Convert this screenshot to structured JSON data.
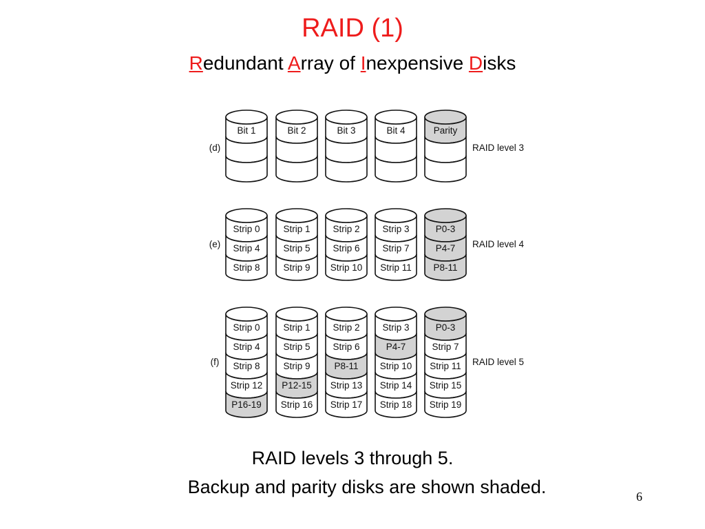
{
  "slide": {
    "title": "RAID (1)",
    "subtitle": {
      "parts": [
        {
          "text": "R",
          "initial": true
        },
        {
          "text": "edundant ",
          "initial": false
        },
        {
          "text": "A",
          "initial": true
        },
        {
          "text": "rray of ",
          "initial": false
        },
        {
          "text": "I",
          "initial": true
        },
        {
          "text": "nexpensive ",
          "initial": false
        },
        {
          "text": "D",
          "initial": true
        },
        {
          "text": "isks",
          "initial": false
        }
      ]
    },
    "caption_line1": "RAID levels 3 through 5.",
    "caption_line2": "Backup and parity disks are shown shaded.",
    "page_number": "6"
  },
  "colors": {
    "title": "#ee1c1c",
    "shaded": "#d3d3d3",
    "disk_fill": "#ffffff",
    "stroke": "#111111"
  },
  "raid_groups": [
    {
      "tag": "(d)",
      "level_label": "RAID level 3",
      "disks": [
        {
          "cells": [
            {
              "label": "Bit 1",
              "shaded": false
            },
            {
              "label": "",
              "shaded": false
            },
            {
              "label": "",
              "shaded": false
            }
          ]
        },
        {
          "cells": [
            {
              "label": "Bit 2",
              "shaded": false
            },
            {
              "label": "",
              "shaded": false
            },
            {
              "label": "",
              "shaded": false
            }
          ]
        },
        {
          "cells": [
            {
              "label": "Bit 3",
              "shaded": false
            },
            {
              "label": "",
              "shaded": false
            },
            {
              "label": "",
              "shaded": false
            }
          ]
        },
        {
          "cells": [
            {
              "label": "Bit 4",
              "shaded": false
            },
            {
              "label": "",
              "shaded": false
            },
            {
              "label": "",
              "shaded": false
            }
          ]
        },
        {
          "cells": [
            {
              "label": "Parity",
              "shaded": true
            },
            {
              "label": "",
              "shaded": false
            },
            {
              "label": "",
              "shaded": false
            }
          ]
        }
      ]
    },
    {
      "tag": "(e)",
      "level_label": "RAID level 4",
      "disks": [
        {
          "cells": [
            {
              "label": "Strip 0",
              "shaded": false
            },
            {
              "label": "Strip 4",
              "shaded": false
            },
            {
              "label": "Strip 8",
              "shaded": false
            }
          ]
        },
        {
          "cells": [
            {
              "label": "Strip 1",
              "shaded": false
            },
            {
              "label": "Strip 5",
              "shaded": false
            },
            {
              "label": "Strip 9",
              "shaded": false
            }
          ]
        },
        {
          "cells": [
            {
              "label": "Strip 2",
              "shaded": false
            },
            {
              "label": "Strip 6",
              "shaded": false
            },
            {
              "label": "Strip 10",
              "shaded": false
            }
          ]
        },
        {
          "cells": [
            {
              "label": "Strip 3",
              "shaded": false
            },
            {
              "label": "Strip 7",
              "shaded": false
            },
            {
              "label": "Strip 11",
              "shaded": false
            }
          ]
        },
        {
          "cells": [
            {
              "label": "P0-3",
              "shaded": true
            },
            {
              "label": "P4-7",
              "shaded": true
            },
            {
              "label": "P8-11",
              "shaded": true
            }
          ]
        }
      ]
    },
    {
      "tag": "(f)",
      "level_label": "RAID level 5",
      "disks": [
        {
          "cells": [
            {
              "label": "Strip 0",
              "shaded": false
            },
            {
              "label": "Strip 4",
              "shaded": false
            },
            {
              "label": "Strip 8",
              "shaded": false
            },
            {
              "label": "Strip 12",
              "shaded": false
            },
            {
              "label": "P16-19",
              "shaded": true
            }
          ]
        },
        {
          "cells": [
            {
              "label": "Strip 1",
              "shaded": false
            },
            {
              "label": "Strip 5",
              "shaded": false
            },
            {
              "label": "Strip 9",
              "shaded": false
            },
            {
              "label": "P12-15",
              "shaded": true
            },
            {
              "label": "Strip 16",
              "shaded": false
            }
          ]
        },
        {
          "cells": [
            {
              "label": "Strip 2",
              "shaded": false
            },
            {
              "label": "Strip 6",
              "shaded": false
            },
            {
              "label": "P8-11",
              "shaded": true
            },
            {
              "label": "Strip 13",
              "shaded": false
            },
            {
              "label": "Strip 17",
              "shaded": false
            }
          ]
        },
        {
          "cells": [
            {
              "label": "Strip 3",
              "shaded": false
            },
            {
              "label": "P4-7",
              "shaded": true
            },
            {
              "label": "Strip 10",
              "shaded": false
            },
            {
              "label": "Strip 14",
              "shaded": false
            },
            {
              "label": "Strip 18",
              "shaded": false
            }
          ]
        },
        {
          "cells": [
            {
              "label": "P0-3",
              "shaded": true
            },
            {
              "label": "Strip 7",
              "shaded": false
            },
            {
              "label": "Strip 11",
              "shaded": false
            },
            {
              "label": "Strip 15",
              "shaded": false
            },
            {
              "label": "Strip 19",
              "shaded": false
            }
          ]
        }
      ]
    }
  ]
}
